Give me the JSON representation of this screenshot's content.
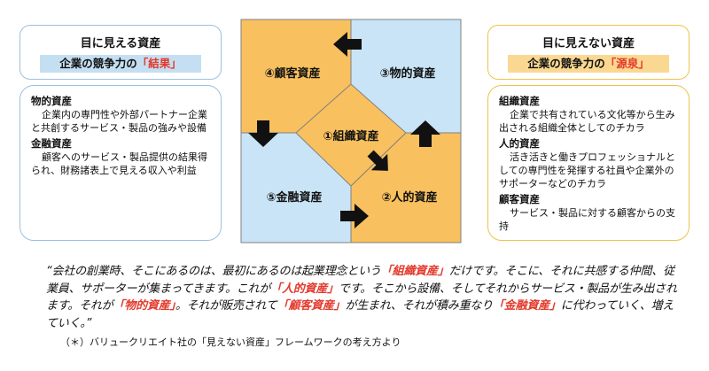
{
  "left_panel": {
    "title": "目に見える資産",
    "subtitle_prefix": "企業の競争力の",
    "subtitle_highlight": "「結果」",
    "items": [
      {
        "heading": "物的資産",
        "text": "企業内の専門性や外部パートナー企業と共創するサービス・製品の強みや設備"
      },
      {
        "heading": "金融資産",
        "text": "顧客へのサービス・製品提供の結果得られ、財務諸表上で見える収入や利益"
      }
    ]
  },
  "right_panel": {
    "title": "目に見えない資産",
    "subtitle_prefix": "企業の競争力の",
    "subtitle_highlight": "「源泉」",
    "items": [
      {
        "heading": "組織資産",
        "text": "企業で共有されている文化等から生み出される組織全体としてのチカラ"
      },
      {
        "heading": "人的資産",
        "text": "活き活きと働きプロフェッショナルとしての専門性を発揮する社員や企業外のサポーターなどのチカラ"
      },
      {
        "heading": "顧客資産",
        "text": "サービス・製品に対する顧客からの支持"
      }
    ]
  },
  "diagram": {
    "labels": {
      "customer": "④顧客資産",
      "physical": "③物的資産",
      "organization": "①組織資産",
      "financial": "⑤金融資産",
      "human": "②人的資産"
    },
    "colors": {
      "blue": "#c9e4f6",
      "orange": "#f8c05e",
      "border": "#808080",
      "arrow": "#111111"
    }
  },
  "quote": {
    "s1": "“会社の創業時、そこにあるのは、最初にあるのは起業理念という",
    "k1": "「組織資産」",
    "s2": "だけです。そこに、それに共感する仲間、従業員、サポーターが集まってきます。これが",
    "k2": "「人的資産」",
    "s3": "です。そこから設備、そしてそれからサービス・製品が生み出されます。それが",
    "k3": "「物的資産」",
    "s4": "。それが販売されて",
    "k4": "「顧客資産」",
    "s5": "が生まれ、それが積み重なり",
    "k5": "「金融資産」",
    "s6": "に代わっていく、増えていく。”"
  },
  "note": "（＊）バリュークリエイト社の「見えない資産」フレームワークの考え方より"
}
